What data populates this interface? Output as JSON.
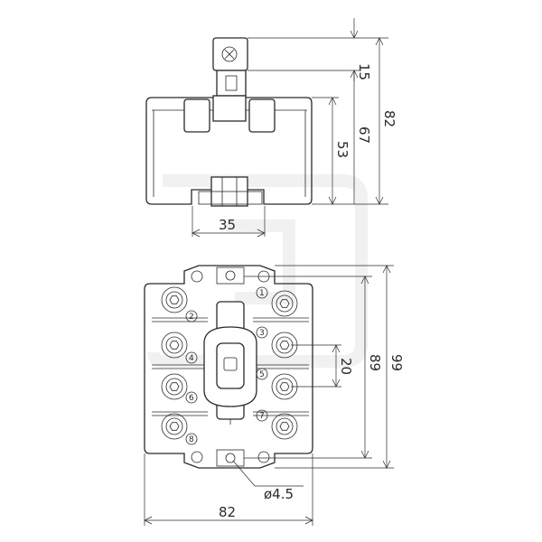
{
  "dimensions": {
    "height_shaft": "15",
    "height_body_shaft": "67",
    "height_total": "82",
    "height_body": "53",
    "width_bracket": "35",
    "terminal_spacing": "20",
    "height_inner": "89",
    "height_outer": "99",
    "hole_diameter": "ø4.5",
    "width_base": "82"
  },
  "terminals": [
    "1",
    "2",
    "3",
    "4",
    "5",
    "6",
    "7",
    "8"
  ]
}
